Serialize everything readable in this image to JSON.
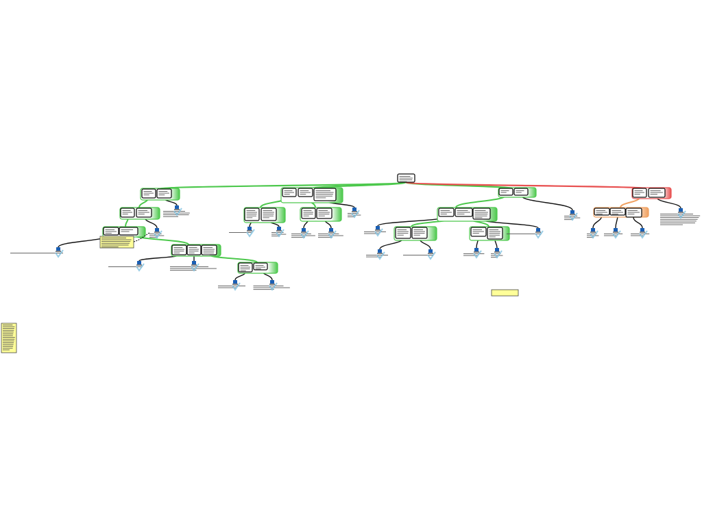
{
  "diagram": {
    "type": "argument-map",
    "colors": {
      "support": "#4cc84c",
      "oppose": "#e85050",
      "rebuttal": "#f0a060",
      "note": "#ffff99",
      "node_border": "#111111",
      "icon_blue": "#1a5fb4",
      "check": "#80c0e0"
    },
    "root": {
      "id": "n0"
    },
    "groups": [
      {
        "id": "g1",
        "kind": "support",
        "boxes": 2
      },
      {
        "id": "g2",
        "kind": "support",
        "boxes": 2
      },
      {
        "id": "g3",
        "kind": "support",
        "boxes": 2
      },
      {
        "id": "g4",
        "kind": "support",
        "boxes": 3
      },
      {
        "id": "g5",
        "kind": "support",
        "boxes": 2
      },
      {
        "id": "g6",
        "kind": "support",
        "boxes": 3
      },
      {
        "id": "g7",
        "kind": "support",
        "boxes": 2
      },
      {
        "id": "g8",
        "kind": "support",
        "boxes": 2
      },
      {
        "id": "g9",
        "kind": "support",
        "boxes": 2
      },
      {
        "id": "g10",
        "kind": "support",
        "boxes": 3
      },
      {
        "id": "g11",
        "kind": "support",
        "boxes": 2
      },
      {
        "id": "g12",
        "kind": "support",
        "boxes": 2
      },
      {
        "id": "g13",
        "kind": "oppose",
        "boxes": 2
      },
      {
        "id": "g14",
        "kind": "rebuttal",
        "boxes": 3
      }
    ],
    "notes": [
      {
        "id": "note1",
        "kind": "inline-note"
      },
      {
        "id": "note2",
        "kind": "empty-note"
      },
      {
        "id": "note3",
        "kind": "side-note"
      }
    ]
  }
}
